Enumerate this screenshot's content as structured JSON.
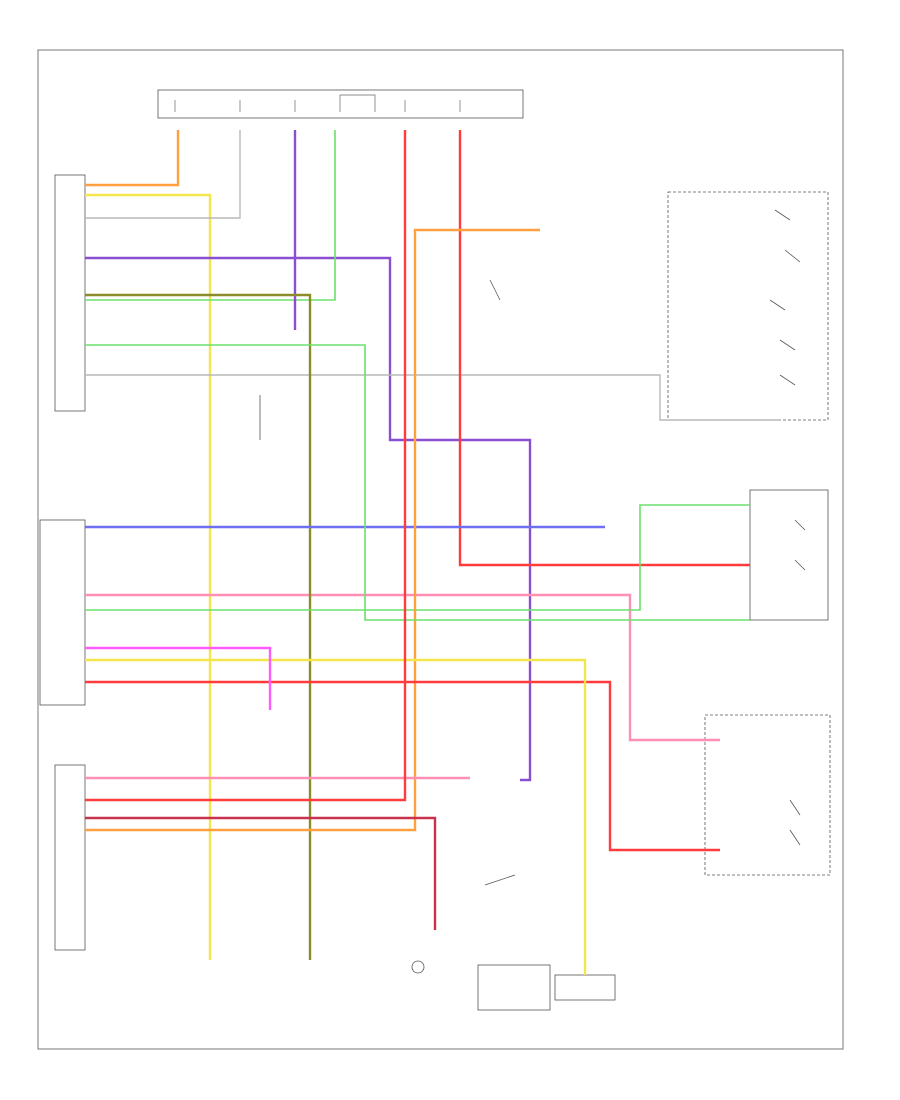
{
  "diagram": {
    "wire_colors": {
      "red": "#ff3b3b",
      "orange": "#ffa040",
      "yellow": "#f2e64a",
      "green": "#6be06b",
      "blue": "#6f6ff2",
      "violet": "#8a4fd0",
      "pink": "#ff8fb3",
      "gray": "#b8b8b8",
      "magenta": "#ff5cff",
      "dark_green": "#8c8c2a",
      "dark_red": "#c8324a"
    },
    "labels": [],
    "wires": [
      {
        "color": "orange"
      },
      {
        "color": "yellow"
      },
      {
        "color": "gray"
      },
      {
        "color": "violet"
      },
      {
        "color": "green"
      },
      {
        "color": "gray"
      },
      {
        "color": "red"
      },
      {
        "color": "pink"
      },
      {
        "color": "violet"
      },
      {
        "color": "dark_green"
      },
      {
        "color": "green"
      },
      {
        "color": "blue"
      },
      {
        "color": "orange"
      },
      {
        "color": "red"
      },
      {
        "color": "yellow"
      },
      {
        "color": "green"
      },
      {
        "color": "pink"
      },
      {
        "color": "magenta"
      },
      {
        "color": "dark_red"
      },
      {
        "color": "red"
      }
    ]
  }
}
